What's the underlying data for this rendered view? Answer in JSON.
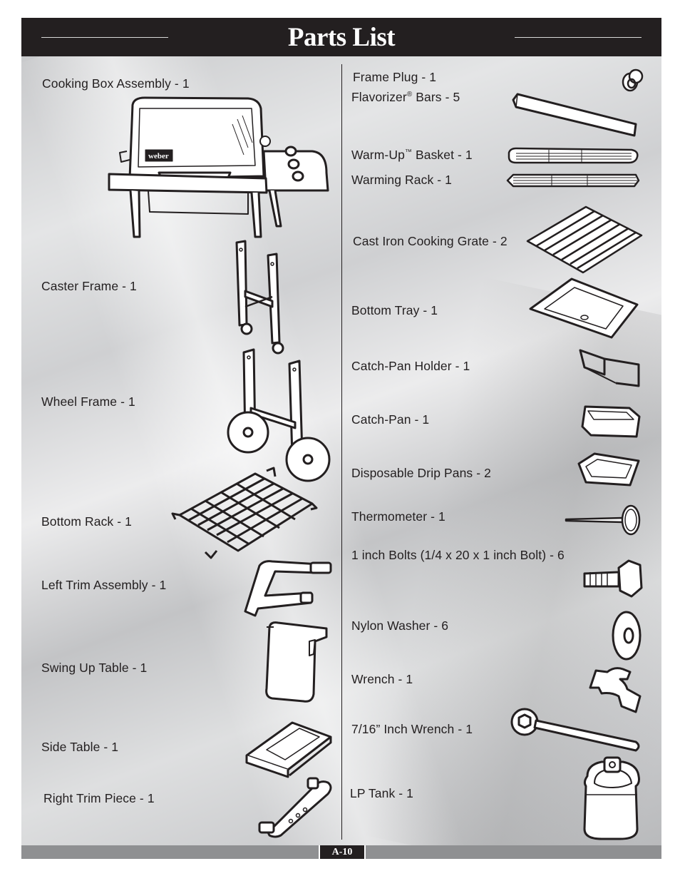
{
  "page_title": "Parts List",
  "page_number": "A-10",
  "left_parts": [
    {
      "name": "Cooking Box Assembly - 1"
    },
    {
      "name": "Caster Frame - 1"
    },
    {
      "name": "Wheel Frame - 1"
    },
    {
      "name": "Bottom Rack - 1"
    },
    {
      "name": "Left Trim Assembly - 1"
    },
    {
      "name": "Swing Up Table - 1"
    },
    {
      "name": "Side Table - 1"
    },
    {
      "name": "Right Trim Piece - 1"
    }
  ],
  "right_parts": [
    {
      "name": "Frame Plug - 1"
    },
    {
      "name": "Flavorizer",
      "mark": "®",
      "suffix": " Bars - 5"
    },
    {
      "name": "Warm-Up",
      "mark": "™",
      "suffix": " Basket - 1"
    },
    {
      "name": "Warming Rack - 1"
    },
    {
      "name": "Cast Iron Cooking Grate - 2"
    },
    {
      "name": "Bottom Tray - 1"
    },
    {
      "name": "Catch-Pan Holder - 1"
    },
    {
      "name": "Catch-Pan - 1"
    },
    {
      "name": "Disposable Drip Pans - 2"
    },
    {
      "name": "Thermometer - 1"
    },
    {
      "name": "1 inch Bolts (1/4 x 20 x 1 inch Bolt) - 6"
    },
    {
      "name": "Nylon Washer - 6"
    },
    {
      "name": "Wrench - 1"
    },
    {
      "name": "7/16” Inch Wrench - 1"
    },
    {
      "name": "LP Tank - 1"
    }
  ],
  "grill_logo_text": "weber",
  "colors": {
    "header_bg": "#231f20",
    "panel_light": "#e4e5e6",
    "panel_dark": "#b9babc",
    "footer_bar": "#8f9092",
    "ink": "#231f20"
  }
}
